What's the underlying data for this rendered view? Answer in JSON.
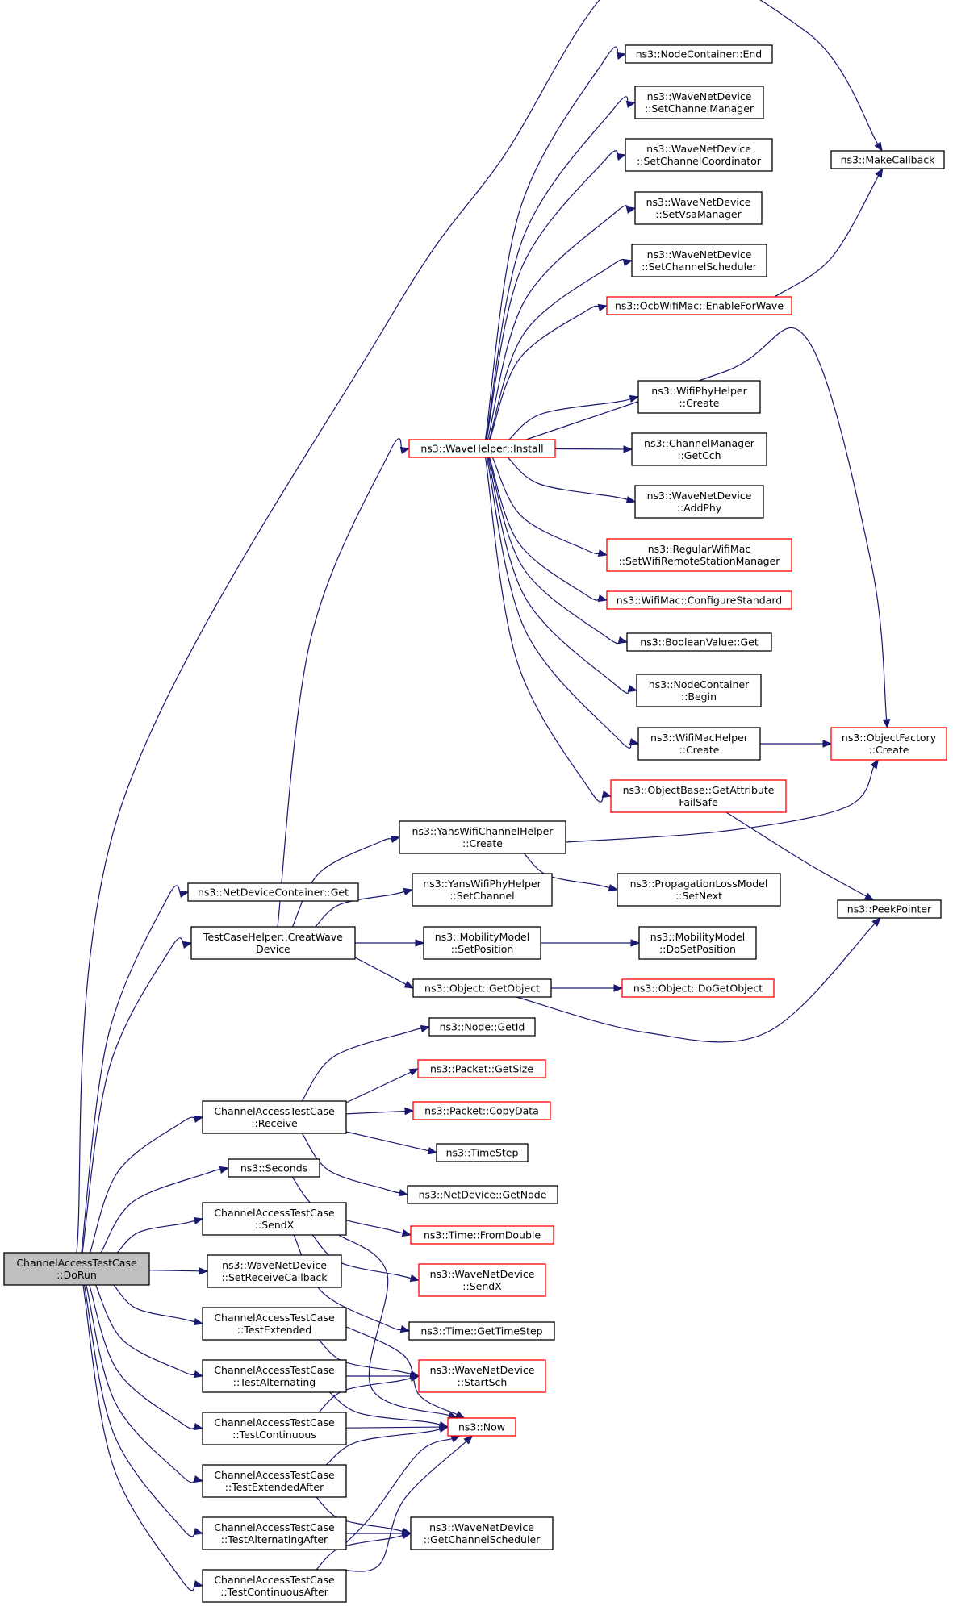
{
  "colors": {
    "edge": "#191970",
    "border_normal": "#000000",
    "border_truncated": "#ff0000",
    "root_fill": "#bfbfbf",
    "node_fill": "#ffffff"
  },
  "nodes": [
    {
      "id": "root",
      "lines": [
        "ChannelAccessTestCase",
        "::DoRun"
      ],
      "kind": "root"
    },
    {
      "id": "ndc_get",
      "lines": [
        "ns3::NetDeviceContainer::Get"
      ],
      "kind": "normal"
    },
    {
      "id": "creat",
      "lines": [
        "TestCaseHelper::CreatWave",
        "Device"
      ],
      "kind": "normal"
    },
    {
      "id": "receive",
      "lines": [
        "ChannelAccessTestCase",
        "::Receive"
      ],
      "kind": "normal"
    },
    {
      "id": "seconds",
      "lines": [
        "ns3::Seconds"
      ],
      "kind": "normal"
    },
    {
      "id": "sendx",
      "lines": [
        "ChannelAccessTestCase",
        "::SendX"
      ],
      "kind": "normal"
    },
    {
      "id": "setrecv",
      "lines": [
        "ns3::WaveNetDevice",
        "::SetReceiveCallback"
      ],
      "kind": "normal"
    },
    {
      "id": "t_ext",
      "lines": [
        "ChannelAccessTestCase",
        "::TestExtended"
      ],
      "kind": "normal"
    },
    {
      "id": "t_alt",
      "lines": [
        "ChannelAccessTestCase",
        "::TestAlternating"
      ],
      "kind": "normal"
    },
    {
      "id": "t_cont",
      "lines": [
        "ChannelAccessTestCase",
        "::TestContinuous"
      ],
      "kind": "normal"
    },
    {
      "id": "t_exta",
      "lines": [
        "ChannelAccessTestCase",
        "::TestExtendedAfter"
      ],
      "kind": "normal"
    },
    {
      "id": "t_alta",
      "lines": [
        "ChannelAccessTestCase",
        "::TestAlternatingAfter"
      ],
      "kind": "normal"
    },
    {
      "id": "t_conta",
      "lines": [
        "ChannelAccessTestCase",
        "::TestContinuousAfter"
      ],
      "kind": "normal"
    },
    {
      "id": "install",
      "lines": [
        "ns3::WaveHelper::Install"
      ],
      "kind": "truncated"
    },
    {
      "id": "yans_ch",
      "lines": [
        "ns3::YansWifiChannelHelper",
        "::Create"
      ],
      "kind": "normal"
    },
    {
      "id": "yans_phy",
      "lines": [
        "ns3::YansWifiPhyHelper",
        "::SetChannel"
      ],
      "kind": "normal"
    },
    {
      "id": "mob_setpos",
      "lines": [
        "ns3::MobilityModel",
        "::SetPosition"
      ],
      "kind": "normal"
    },
    {
      "id": "obj_get",
      "lines": [
        "ns3::Object::GetObject"
      ],
      "kind": "normal"
    },
    {
      "id": "node_getid",
      "lines": [
        "ns3::Node::GetId"
      ],
      "kind": "normal"
    },
    {
      "id": "pkt_size",
      "lines": [
        "ns3::Packet::GetSize"
      ],
      "kind": "truncated"
    },
    {
      "id": "pkt_copy",
      "lines": [
        "ns3::Packet::CopyData"
      ],
      "kind": "truncated"
    },
    {
      "id": "timestep",
      "lines": [
        "ns3::TimeStep"
      ],
      "kind": "normal"
    },
    {
      "id": "nd_getnode",
      "lines": [
        "ns3::NetDevice::GetNode"
      ],
      "kind": "normal"
    },
    {
      "id": "fromdouble",
      "lines": [
        "ns3::Time::FromDouble"
      ],
      "kind": "truncated"
    },
    {
      "id": "wnd_sendx",
      "lines": [
        "ns3::WaveNetDevice",
        "::SendX"
      ],
      "kind": "truncated"
    },
    {
      "id": "gettimestep",
      "lines": [
        "ns3::Time::GetTimeStep"
      ],
      "kind": "normal"
    },
    {
      "id": "startsch",
      "lines": [
        "ns3::WaveNetDevice",
        "::StartSch"
      ],
      "kind": "truncated"
    },
    {
      "id": "now",
      "lines": [
        "ns3::Now"
      ],
      "kind": "truncated"
    },
    {
      "id": "getchsched",
      "lines": [
        "ns3::WaveNetDevice",
        "::GetChannelScheduler"
      ],
      "kind": "normal"
    },
    {
      "id": "nc_end",
      "lines": [
        "ns3::NodeContainer::End"
      ],
      "kind": "normal"
    },
    {
      "id": "set_chmgr",
      "lines": [
        "ns3::WaveNetDevice",
        "::SetChannelManager"
      ],
      "kind": "normal"
    },
    {
      "id": "set_chcoord",
      "lines": [
        "ns3::WaveNetDevice",
        "::SetChannelCoordinator"
      ],
      "kind": "normal"
    },
    {
      "id": "set_vsa",
      "lines": [
        "ns3::WaveNetDevice",
        "::SetVsaManager"
      ],
      "kind": "normal"
    },
    {
      "id": "set_chsched",
      "lines": [
        "ns3::WaveNetDevice",
        "::SetChannelScheduler"
      ],
      "kind": "normal"
    },
    {
      "id": "ocb_enable",
      "lines": [
        "ns3::OcbWifiMac::EnableForWave"
      ],
      "kind": "truncated"
    },
    {
      "id": "phyh_create",
      "lines": [
        "ns3::WifiPhyHelper",
        "::Create"
      ],
      "kind": "normal"
    },
    {
      "id": "chmgr_getcch",
      "lines": [
        "ns3::ChannelManager",
        "::GetCch"
      ],
      "kind": "normal"
    },
    {
      "id": "wnd_addphy",
      "lines": [
        "ns3::WaveNetDevice",
        "::AddPhy"
      ],
      "kind": "normal"
    },
    {
      "id": "reg_setrsm",
      "lines": [
        "ns3::RegularWifiMac",
        "::SetWifiRemoteStationManager"
      ],
      "kind": "truncated"
    },
    {
      "id": "wm_configstd",
      "lines": [
        "ns3::WifiMac::ConfigureStandard"
      ],
      "kind": "truncated"
    },
    {
      "id": "bool_get",
      "lines": [
        "ns3::BooleanValue::Get"
      ],
      "kind": "normal"
    },
    {
      "id": "nc_begin",
      "lines": [
        "ns3::NodeContainer",
        "::Begin"
      ],
      "kind": "normal"
    },
    {
      "id": "mach_create",
      "lines": [
        "ns3::WifiMacHelper",
        "::Create"
      ],
      "kind": "normal"
    },
    {
      "id": "ob_getattr",
      "lines": [
        "ns3::ObjectBase::GetAttribute",
        "FailSafe"
      ],
      "kind": "truncated"
    },
    {
      "id": "prop_setnext",
      "lines": [
        "ns3::PropagationLossModel",
        "::SetNext"
      ],
      "kind": "normal"
    },
    {
      "id": "mob_dosetpos",
      "lines": [
        "ns3::MobilityModel",
        "::DoSetPosition"
      ],
      "kind": "normal"
    },
    {
      "id": "obj_doget",
      "lines": [
        "ns3::Object::DoGetObject"
      ],
      "kind": "truncated"
    },
    {
      "id": "makecb",
      "lines": [
        "ns3::MakeCallback"
      ],
      "kind": "normal"
    },
    {
      "id": "of_create",
      "lines": [
        "ns3::ObjectFactory",
        "::Create"
      ],
      "kind": "truncated"
    },
    {
      "id": "peekptr",
      "lines": [
        "ns3::PeekPointer"
      ],
      "kind": "normal"
    }
  ],
  "edges": [
    [
      "root",
      "ndc_get"
    ],
    [
      "root",
      "creat"
    ],
    [
      "root",
      "receive"
    ],
    [
      "root",
      "seconds"
    ],
    [
      "root",
      "sendx"
    ],
    [
      "root",
      "setrecv"
    ],
    [
      "root",
      "t_ext"
    ],
    [
      "root",
      "t_alt"
    ],
    [
      "root",
      "t_cont"
    ],
    [
      "root",
      "t_exta"
    ],
    [
      "root",
      "t_alta"
    ],
    [
      "root",
      "t_conta"
    ],
    [
      "root",
      "makecb"
    ],
    [
      "creat",
      "install"
    ],
    [
      "creat",
      "yans_ch"
    ],
    [
      "creat",
      "yans_phy"
    ],
    [
      "creat",
      "mob_setpos"
    ],
    [
      "creat",
      "obj_get"
    ],
    [
      "install",
      "nc_end"
    ],
    [
      "install",
      "set_chmgr"
    ],
    [
      "install",
      "set_chcoord"
    ],
    [
      "install",
      "set_vsa"
    ],
    [
      "install",
      "set_chsched"
    ],
    [
      "install",
      "ocb_enable"
    ],
    [
      "install",
      "of_create"
    ],
    [
      "install",
      "phyh_create"
    ],
    [
      "install",
      "chmgr_getcch"
    ],
    [
      "install",
      "wnd_addphy"
    ],
    [
      "install",
      "reg_setrsm"
    ],
    [
      "install",
      "wm_configstd"
    ],
    [
      "install",
      "bool_get"
    ],
    [
      "install",
      "nc_begin"
    ],
    [
      "install",
      "mach_create"
    ],
    [
      "install",
      "ob_getattr"
    ],
    [
      "ocb_enable",
      "makecb"
    ],
    [
      "mach_create",
      "of_create"
    ],
    [
      "yans_ch",
      "of_create"
    ],
    [
      "yans_ch",
      "prop_setnext"
    ],
    [
      "ob_getattr",
      "peekptr"
    ],
    [
      "mob_setpos",
      "mob_dosetpos"
    ],
    [
      "obj_get",
      "obj_doget"
    ],
    [
      "obj_get",
      "peekptr"
    ],
    [
      "receive",
      "node_getid"
    ],
    [
      "receive",
      "pkt_size"
    ],
    [
      "receive",
      "pkt_copy"
    ],
    [
      "receive",
      "timestep"
    ],
    [
      "receive",
      "nd_getnode"
    ],
    [
      "seconds",
      "fromdouble"
    ],
    [
      "sendx",
      "wnd_sendx"
    ],
    [
      "sendx",
      "gettimestep"
    ],
    [
      "sendx",
      "now"
    ],
    [
      "t_ext",
      "startsch"
    ],
    [
      "t_ext",
      "now"
    ],
    [
      "t_alt",
      "startsch"
    ],
    [
      "t_alt",
      "now"
    ],
    [
      "t_cont",
      "startsch"
    ],
    [
      "t_cont",
      "now"
    ],
    [
      "t_exta",
      "now"
    ],
    [
      "t_exta",
      "getchsched"
    ],
    [
      "t_alta",
      "now"
    ],
    [
      "t_alta",
      "getchsched"
    ],
    [
      "t_conta",
      "now"
    ],
    [
      "t_conta",
      "getchsched"
    ]
  ]
}
